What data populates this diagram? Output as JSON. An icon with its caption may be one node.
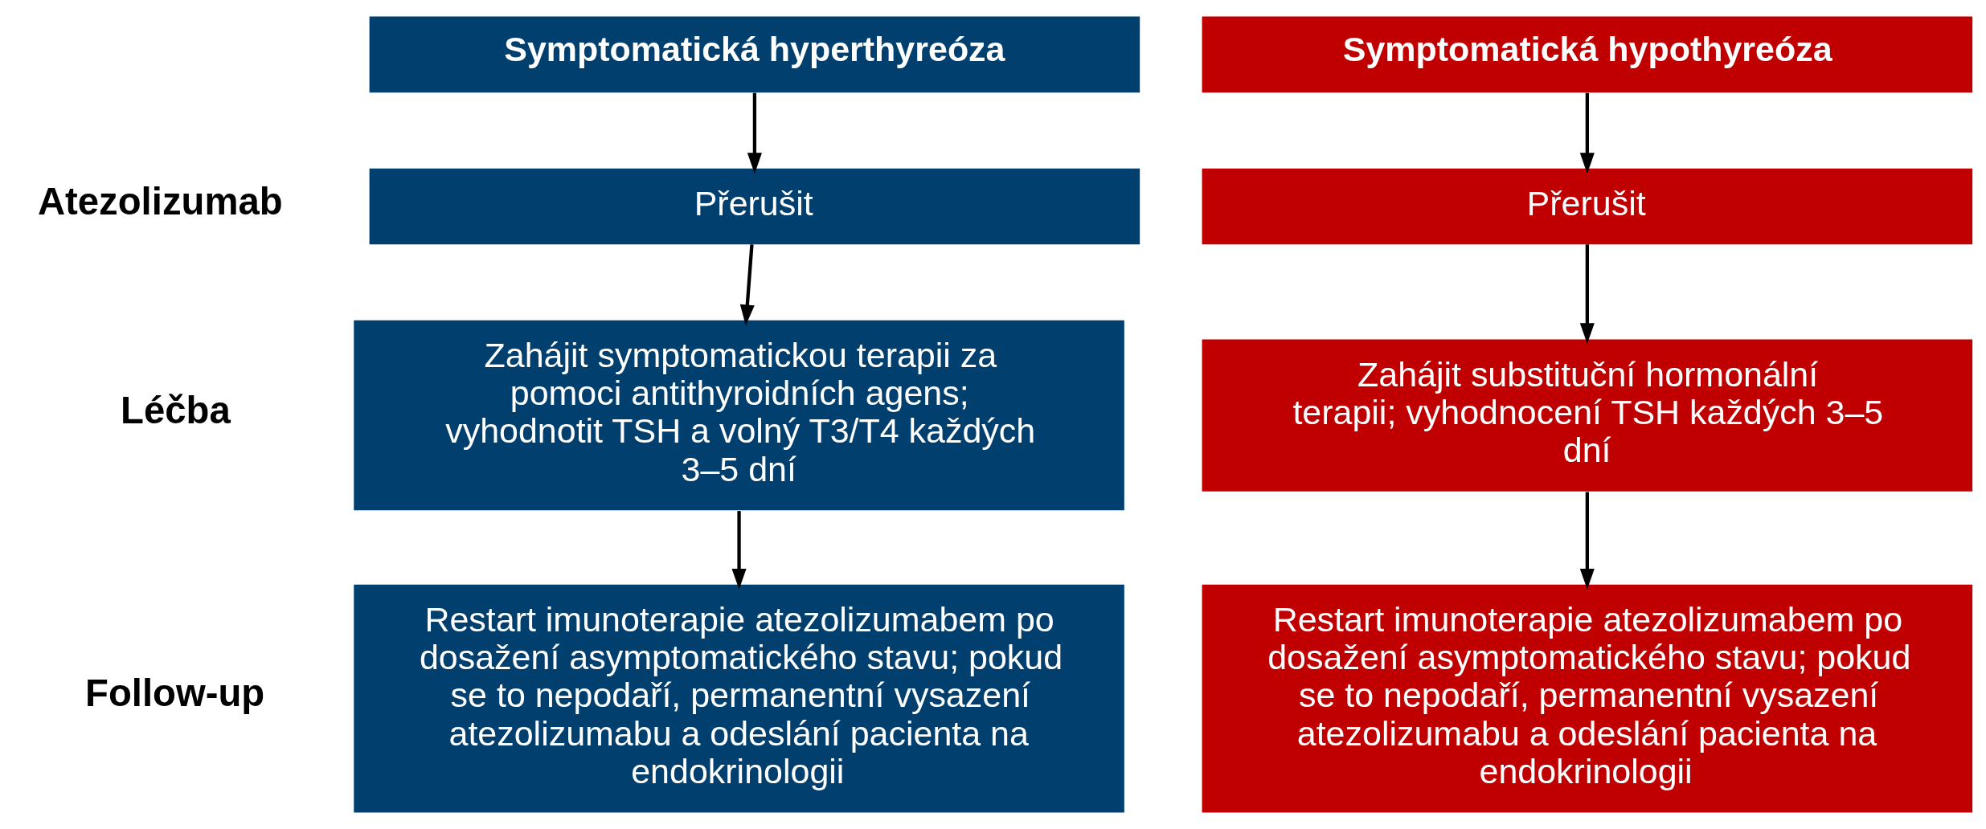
{
  "diagram": {
    "nodes": [
      {
        "text": [
          "Symptomatická hyperthyreóza"
        ]
      },
      {
        "text": [
          "Symptomatická hypothyreóza"
        ]
      },
      {
        "text": [
          "Přerušit"
        ]
      },
      {
        "text": [
          "Přerušit"
        ]
      },
      {
        "text": [
          "Zahájit symptomatickou terapii za pomoci antithyroidních agens; vyhodnotit TSH a volný T3/T4 každých 3–5 dní"
        ]
      },
      {
        "text": [
          "Zahájit substituční hormonální terapii; vyhodnocení TSH každých 3–5 dní"
        ]
      },
      {
        "text": [
          "Restart imunoterapie atezolizumabem po dosažení asymptomatického stavu; pokud se to nepodaří, permanentní vysazení atezolizumabu a odeslání pacienta na endokrinologii"
        ]
      },
      {
        "text": [
          "Restart imunoterapie atezolizumabem po dosažení asymptomatického stavu; pokud se to nepodaří, permanentní vysazení atezolizumabu a odeslání pacienta na endokrinologii"
        ]
      }
    ],
    "edges": [
      {
        "from": 0,
        "to": 2,
        "arrow": "to"
      },
      {
        "from": 2,
        "to": 4,
        "arrow": "to"
      },
      {
        "from": 4,
        "to": 6,
        "arrow": "to"
      },
      {
        "from": 1,
        "to": 3,
        "arrow": "to"
      },
      {
        "from": 3,
        "to": 5,
        "arrow": "to"
      },
      {
        "from": 5,
        "to": 7,
        "arrow": "to"
      }
    ],
    "labels": [
      "Atezolizumab",
      "Léčba",
      "Follow-up"
    ]
  }
}
